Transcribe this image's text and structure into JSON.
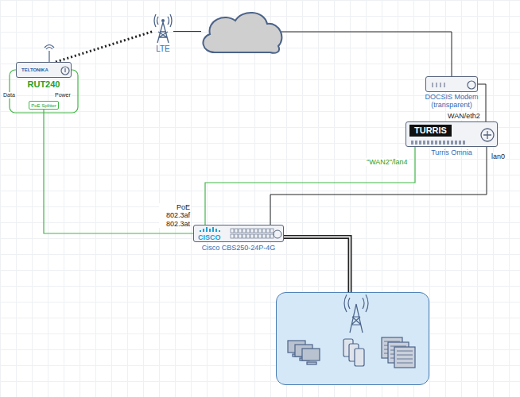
{
  "diagram": {
    "nodes": [
      {
        "text": [
          "TELTONIKA",
          "RUT240"
        ]
      },
      {
        "text": [
          "PoE Splitter"
        ]
      },
      {
        "text": [
          "LTE"
        ]
      },
      {
        "text": []
      },
      {
        "text": [
          "DOCSIS Modem (transparent)"
        ]
      },
      {
        "text": [
          "TURRIS",
          "Turris Omnia"
        ]
      },
      {
        "text": [
          "CISCO",
          "Cisco CBS250-24P-4G"
        ]
      },
      {
        "text": []
      }
    ],
    "edges": [
      {
        "from": 0,
        "to": 2,
        "arrow": "none"
      },
      {
        "from": 2,
        "to": 3,
        "arrow": "none"
      },
      {
        "from": 3,
        "to": 4,
        "arrow": "none"
      },
      {
        "from": 4,
        "to": 5,
        "label": "WAN/eth2",
        "arrow": "none"
      },
      {
        "from": 5,
        "to": 6,
        "label": "\"WAN2\"/lan4",
        "arrow": "none"
      },
      {
        "from": 5,
        "to": 6,
        "label": "lan0",
        "arrow": "none"
      },
      {
        "from": 1,
        "to": 6,
        "label": "PoE 802.3af 802.3at",
        "arrow": "none"
      },
      {
        "from": 6,
        "to": 7,
        "arrow": "none"
      }
    ],
    "labels": [
      "Data",
      "Power"
    ]
  }
}
